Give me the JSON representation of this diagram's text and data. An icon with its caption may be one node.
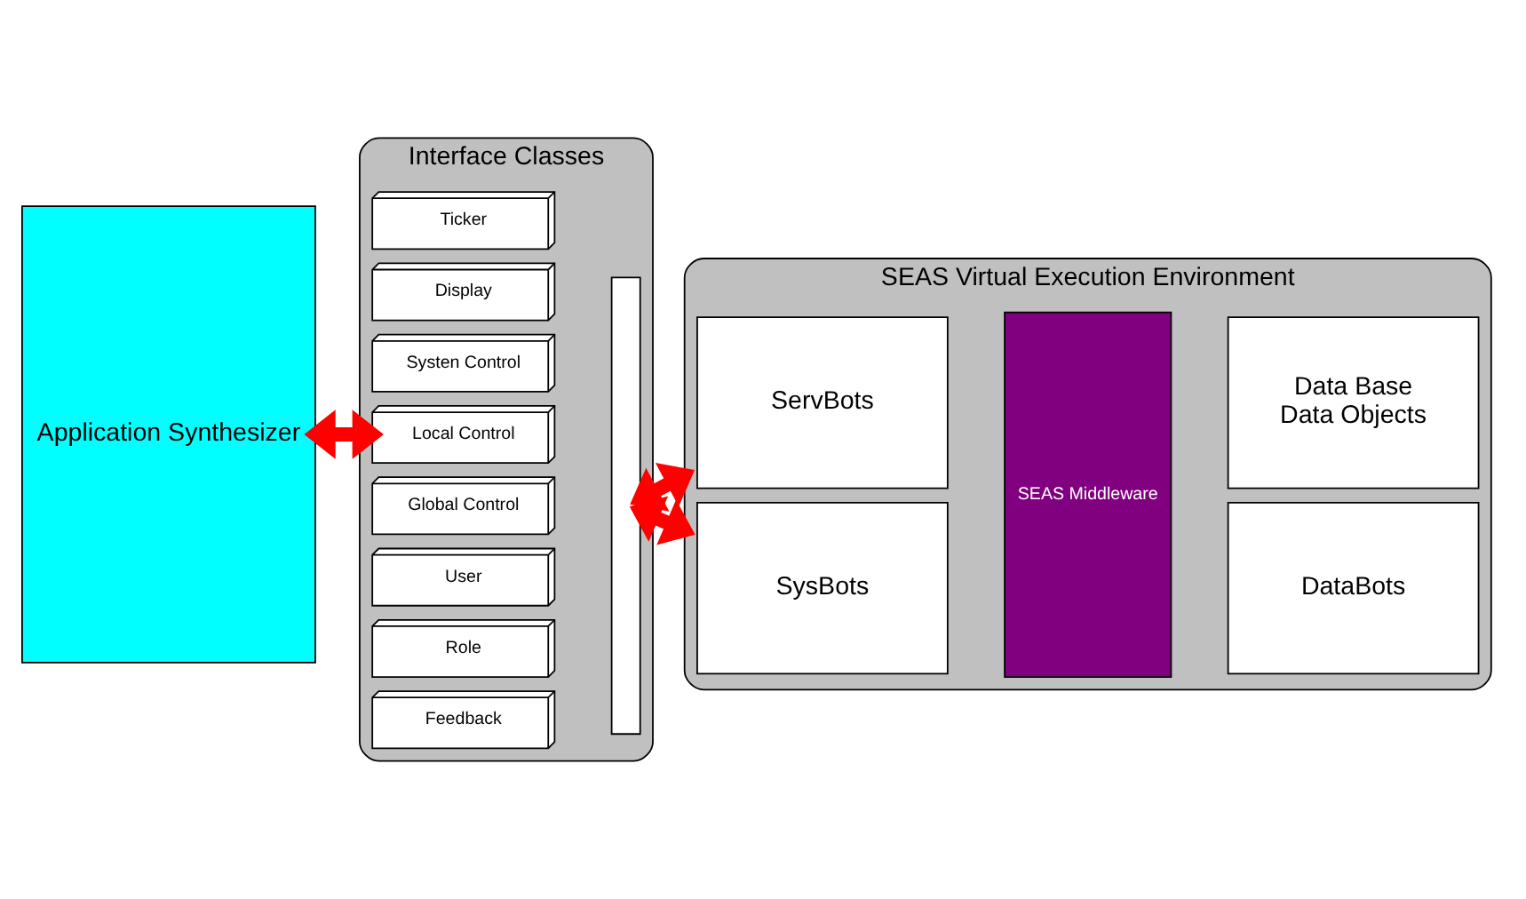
{
  "diagram": {
    "nodes": [
      {
        "text": [
          "Application Synthesizer"
        ]
      },
      {
        "text": [
          "Interface Classes"
        ]
      },
      {
        "text": [
          "Ticker"
        ],
        "in": 1
      },
      {
        "text": [
          "Display"
        ],
        "in": 1
      },
      {
        "text": [
          "Systen Control"
        ],
        "in": 1
      },
      {
        "text": [
          "Local Control"
        ],
        "in": 1
      },
      {
        "text": [
          "Global Control"
        ],
        "in": 1
      },
      {
        "text": [
          "User"
        ],
        "in": 1
      },
      {
        "text": [
          "Role"
        ],
        "in": 1
      },
      {
        "text": [
          "Feedback"
        ],
        "in": 1
      },
      {
        "text": [],
        "shape": "bar",
        "in": 1
      },
      {
        "text": [
          "SEAS Virtual Execution Environment"
        ]
      },
      {
        "text": [
          "ServBots"
        ],
        "in": 11
      },
      {
        "text": [
          "Data Base",
          "Data Objects"
        ],
        "in": 11
      },
      {
        "text": [
          "SEAS Middleware"
        ],
        "in": 11
      },
      {
        "text": [
          "SysBots"
        ],
        "in": 11
      },
      {
        "text": [
          "DataBots"
        ],
        "in": 11
      }
    ],
    "edges": [
      {
        "from": 0,
        "to": 5,
        "arrow": "both"
      },
      {
        "from": 10,
        "to": 11,
        "arrow": "both"
      },
      {
        "from": 10,
        "to": 11,
        "arrow": "both"
      }
    ]
  }
}
